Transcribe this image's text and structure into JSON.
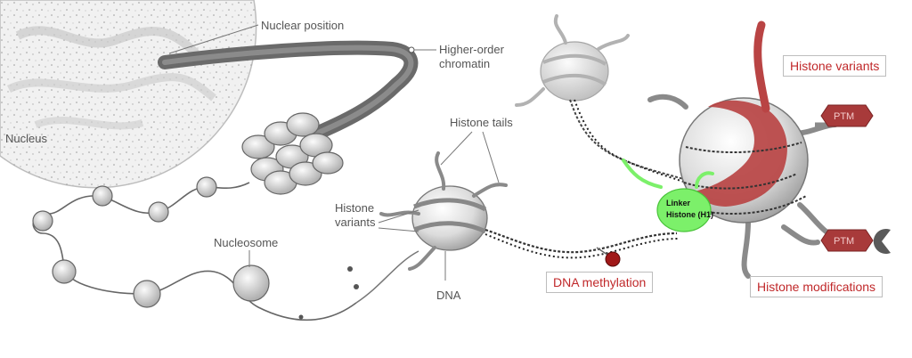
{
  "labels": {
    "nucleus": "Nucleus",
    "nuclear_position": "Nuclear position",
    "higher_order_line1": "Higher-order",
    "higher_order_line2": "chromatin",
    "histone_tails": "Histone tails",
    "histone_variants_line1": "Histone",
    "histone_variants_line2": "variants",
    "nucleosome": "Nucleosome",
    "dna": "DNA",
    "linker_line1": "Linker",
    "linker_line2": "Histone (H1)",
    "ptm_1": "PTM",
    "ptm_2": "PTM"
  },
  "callouts": {
    "histone_variants": "Histone variants",
    "dna_methylation": "DNA methylation",
    "histone_modifications": "Histone modifications"
  },
  "colors": {
    "accent_red": "#c0282a",
    "histone_red": "#b94444",
    "linker_green": "#7cf06a",
    "ptm_fill": "#a83a3a",
    "methyl_dot": "#a01818",
    "gray_line": "#777777"
  }
}
